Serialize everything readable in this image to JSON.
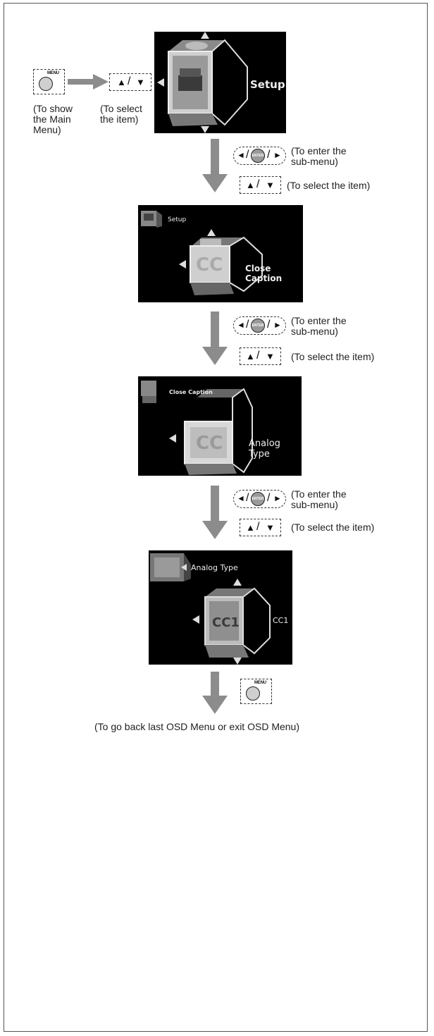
{
  "step1": {
    "menu_button_label": "MENU",
    "show_main_menu_text": "(To show\nthe Main\nMenu)",
    "select_item_text": "(To select\nthe item)",
    "screen_label": "Setup"
  },
  "step2": {
    "enter_button_label": "ENTER",
    "enter_submenu_text": "(To enter the\nsub-menu)",
    "select_item_text": "(To select the item)",
    "screen_small_label": "Setup",
    "screen_label": "Close Caption",
    "cube_text": "CC"
  },
  "step3": {
    "enter_button_label": "ENTER",
    "enter_submenu_text": "(To enter the\nsub-menu)",
    "select_item_text": "(To select the item)",
    "screen_small_label": "Close Caption",
    "screen_label": "Analog Type",
    "cube_text": "CC"
  },
  "step4": {
    "enter_button_label": "ENTER",
    "enter_submenu_text": "(To enter the\nsub-menu)",
    "select_item_text": "(To select the item)",
    "screen_small_label": "Analog Type",
    "screen_label": "CC1",
    "cube_text": "CC1"
  },
  "step5": {
    "menu_button_label": "MENU",
    "exit_text": "(To go back last OSD Menu or exit OSD Menu)"
  },
  "colors": {
    "arrow_gray": "#8c8c8c",
    "screen_bg": "#000000"
  }
}
